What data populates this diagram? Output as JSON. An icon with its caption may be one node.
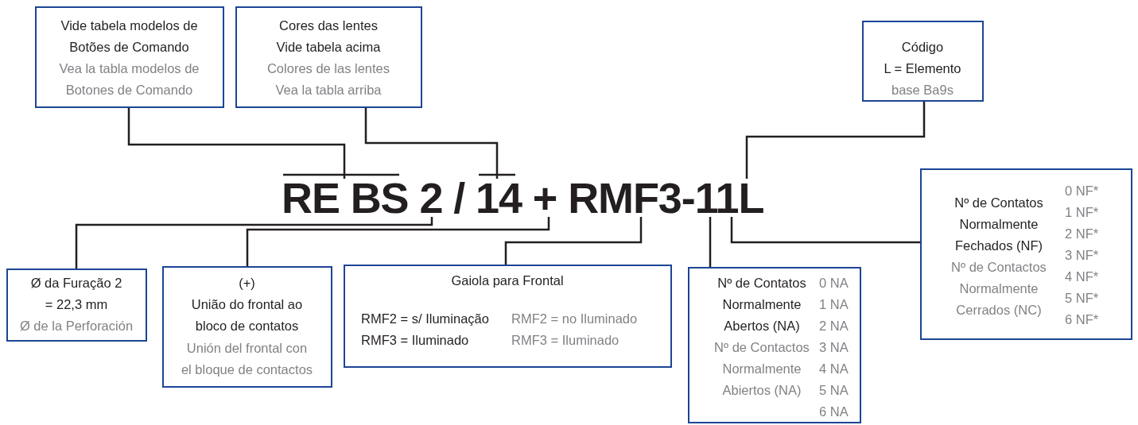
{
  "diagram": {
    "nodes": [
      {
        "text": [
          "Vide tabela modelos de Botões de Comando",
          "Vea la tabla modelos de Botones de Comando"
        ]
      },
      {
        "text": [
          "Cores das lentes Vide tabela acima",
          "Colores de las lentes Vea la tabla arriba"
        ]
      },
      {
        "text": [
          "Código",
          "L = Elemento",
          "base Ba9s"
        ]
      },
      {
        "text": [
          "RE BS 2 / 14 + RMF3-11L"
        ]
      },
      {
        "text": [
          "Nº de Contatos Normalmente Fechados (NF)",
          "Nº de Contactos Normalmente Cerrados (NC)",
          "0 NF*",
          "1 NF*",
          "2 NF*",
          "3 NF*",
          "4 NF*",
          "5 NF*",
          "6 NF*"
        ]
      },
      {
        "text": [
          "Ø da Furação 2 = 22,3 mm",
          "Ø de la Perforación"
        ]
      },
      {
        "text": [
          "(+)",
          "União do frontal ao bloco de contatos",
          "Unión del frontal con el bloque de contactos"
        ]
      },
      {
        "text": [
          "Gaiola para Frontal",
          "RMF2 = s/ Iluminação",
          "RMF2 = no Iluminado",
          "RMF3 = Iluminado",
          "RMF3 = Iluminado"
        ]
      },
      {
        "text": [
          "Nº de Contatos Normalmente Abertos (NA)",
          "Nº de Contactos Normalmente Abiertos (NA)",
          "0 NA",
          "1 NA",
          "2 NA",
          "3 NA",
          "4 NA",
          "5 NA",
          "6 NA"
        ]
      }
    ],
    "edges": [
      {
        "from": 0,
        "to": 3,
        "arrow": "none"
      },
      {
        "from": 1,
        "to": 3,
        "arrow": "none"
      },
      {
        "from": 2,
        "to": 3,
        "arrow": "none"
      },
      {
        "from": 4,
        "to": 3,
        "arrow": "none"
      },
      {
        "from": 5,
        "to": 3,
        "arrow": "none"
      },
      {
        "from": 6,
        "to": 3,
        "arrow": "none"
      },
      {
        "from": 7,
        "to": 3,
        "arrow": "none"
      },
      {
        "from": 8,
        "to": 3,
        "arrow": "none"
      }
    ]
  }
}
